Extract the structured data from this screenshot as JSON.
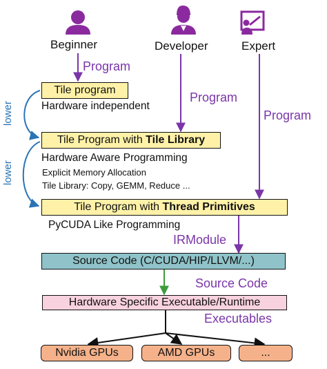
{
  "colors": {
    "purple": "#7a35a8",
    "lower_blue": "#2a74b5",
    "green": "#3c9c3c",
    "yellow_box": "#fff2a8",
    "teal_box": "#8fc3c9",
    "pink_box": "#f9d2df",
    "orange_box": "#f5b28a"
  },
  "icons": [
    "beginner-person-icon",
    "developer-person-icon",
    "expert-presenter-icon"
  ],
  "personas": {
    "beginner": "Beginner",
    "developer": "Developer",
    "expert": "Expert"
  },
  "edge_labels": {
    "program_beginner": "Program",
    "program_developer": "Program",
    "program_expert": "Program",
    "lower_1": "lower",
    "lower_2": "lower",
    "irmodule": "IRModule",
    "source_code": "Source Code",
    "executables": "Executables"
  },
  "boxes": {
    "tile_program": "Tile program",
    "tile_library_prefix": "Tile Program with ",
    "tile_library_bold": "Tile Library",
    "thread_prefix": "Tile Program with ",
    "thread_bold": "Thread Primitives",
    "source": "Source Code (C/CUDA/HIP/LLVM/...)",
    "runtime": "Hardware Specific Executable/Runtime",
    "nvidia": "Nvidia GPUs",
    "amd": "AMD GPUs",
    "more": "..."
  },
  "descriptions": {
    "hw_independent": "Hardware independent",
    "hw_aware": "Hardware Aware Programming",
    "explicit_mem": "Explicit Memory Allocation",
    "tile_lib_ops": "Tile Library: Copy, GEMM, Reduce ...",
    "pycuda": "PyCUDA Like Programming"
  }
}
